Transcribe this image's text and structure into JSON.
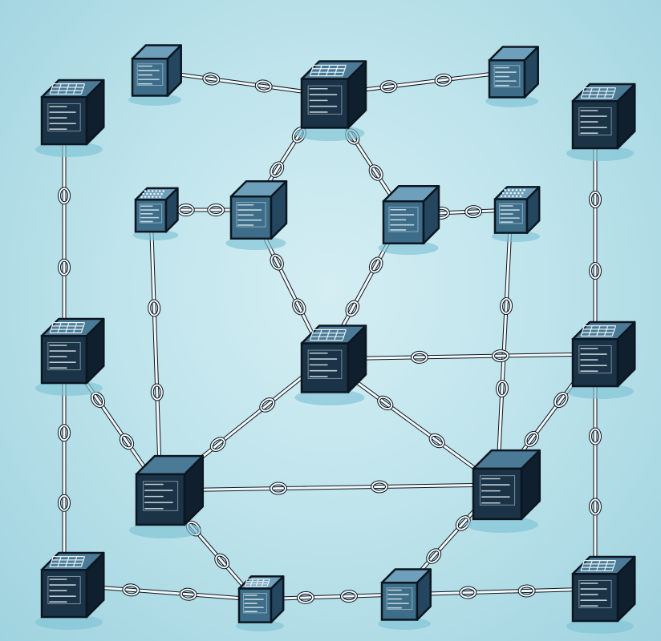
{
  "colors": {
    "background": "#c6e8ef",
    "cube_top": "#4a7a95",
    "cube_left": "#1b3346",
    "cube_right": "#0f1f2d",
    "cube_light_top": "#6fa0bb",
    "cube_light_left": "#3d6d88",
    "cube_light_right": "#24475f",
    "chain": "#f4f8fa",
    "outline": "#0b1620",
    "shadow": "#7fc3d6"
  },
  "nodes": [
    {
      "id": "n1",
      "icon": "grid",
      "tone": "dark"
    },
    {
      "id": "n2",
      "icon": "lines",
      "tone": "light"
    },
    {
      "id": "n3",
      "icon": "grid",
      "tone": "dark"
    },
    {
      "id": "n4",
      "icon": "lines",
      "tone": "light"
    },
    {
      "id": "n5",
      "icon": "grid",
      "tone": "dark"
    },
    {
      "id": "n6",
      "icon": "dots",
      "tone": "light"
    },
    {
      "id": "n7",
      "icon": "lines",
      "tone": "light"
    },
    {
      "id": "n8",
      "icon": "lines",
      "tone": "light"
    },
    {
      "id": "n9",
      "icon": "dots",
      "tone": "light"
    },
    {
      "id": "n10",
      "icon": "grid",
      "tone": "dark"
    },
    {
      "id": "n11",
      "icon": "grid",
      "tone": "dark"
    },
    {
      "id": "n12",
      "icon": "grid",
      "tone": "dark"
    },
    {
      "id": "n13",
      "icon": "lines",
      "tone": "dark"
    },
    {
      "id": "n14",
      "icon": "lines",
      "tone": "dark"
    },
    {
      "id": "n15",
      "icon": "grid",
      "tone": "dark"
    },
    {
      "id": "n16",
      "icon": "grid",
      "tone": "light"
    },
    {
      "id": "n17",
      "icon": "lines",
      "tone": "light"
    },
    {
      "id": "n18",
      "icon": "grid",
      "tone": "dark"
    }
  ],
  "links": [
    [
      "n2",
      "n3"
    ],
    [
      "n3",
      "n4"
    ],
    [
      "n1",
      "n10"
    ],
    [
      "n5",
      "n12"
    ],
    [
      "n3",
      "n7"
    ],
    [
      "n3",
      "n8"
    ],
    [
      "n6",
      "n7"
    ],
    [
      "n8",
      "n9"
    ],
    [
      "n7",
      "n11"
    ],
    [
      "n8",
      "n11"
    ],
    [
      "n6",
      "n13"
    ],
    [
      "n9",
      "n14"
    ],
    [
      "n11",
      "n12"
    ],
    [
      "n10",
      "n13"
    ],
    [
      "n11",
      "n13"
    ],
    [
      "n11",
      "n14"
    ],
    [
      "n13",
      "n14"
    ],
    [
      "n12",
      "n14"
    ],
    [
      "n10",
      "n15"
    ],
    [
      "n12",
      "n18"
    ],
    [
      "n13",
      "n16"
    ],
    [
      "n14",
      "n17"
    ],
    [
      "n15",
      "n16"
    ],
    [
      "n17",
      "n18"
    ],
    [
      "n16",
      "n17"
    ]
  ]
}
